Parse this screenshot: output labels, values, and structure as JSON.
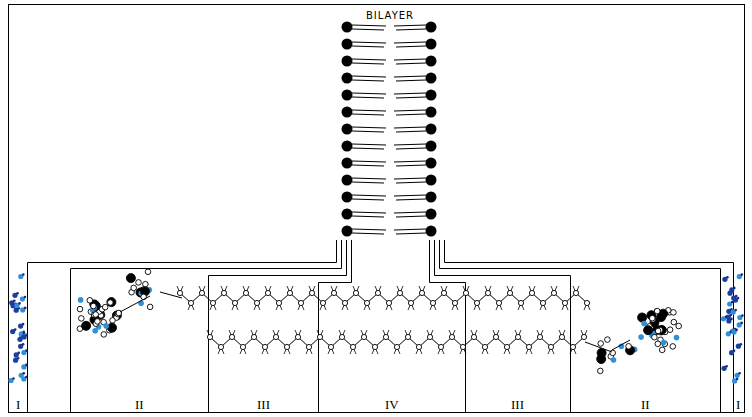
{
  "diagram": {
    "title": "BILAYER",
    "labels": [
      "I",
      "II",
      "III",
      "IV",
      "III",
      "II",
      "I"
    ]
  }
}
